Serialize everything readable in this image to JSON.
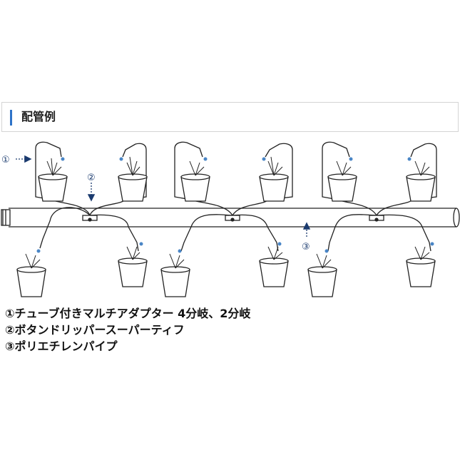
{
  "header": {
    "title": "配管例"
  },
  "callouts": {
    "c1": "①",
    "c2": "②",
    "c3": "③"
  },
  "legend": {
    "items": [
      "①チューブ付きマルチアダプター 4分岐、2分岐",
      "②ボタンドリッパースーパーティフ",
      "③ポリエチレンパイプ"
    ]
  }
}
